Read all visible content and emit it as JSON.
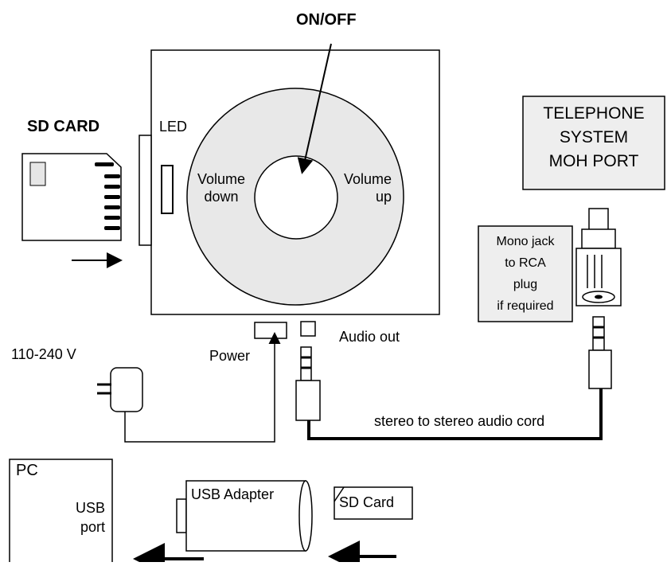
{
  "labels": {
    "on_off": "ON/OFF",
    "sd_card_title": "SD CARD",
    "led": "LED",
    "volume_down": [
      "Volume",
      "down"
    ],
    "volume_up": [
      "Volume",
      "up"
    ],
    "telephone_box": [
      "TELEPHONE",
      "SYSTEM",
      "MOH PORT"
    ],
    "mono_jack_box": [
      "Mono jack",
      "to RCA",
      "plug",
      "if required"
    ],
    "voltage": "110-240 V",
    "power": "Power",
    "audio_out": "Audio out",
    "audio_cord": "stereo to stereo audio cord",
    "pc": "PC",
    "usb_port": [
      "USB",
      "port"
    ],
    "usb_adapter": "USB Adapter",
    "sd_card_small": "SD Card"
  },
  "colors": {
    "stroke": "#000000",
    "telephone_fill": "#eeeeee",
    "mono_box_fill": "#eeeeee",
    "disc_fill": "#e8e8e8",
    "background": "#ffffff"
  }
}
